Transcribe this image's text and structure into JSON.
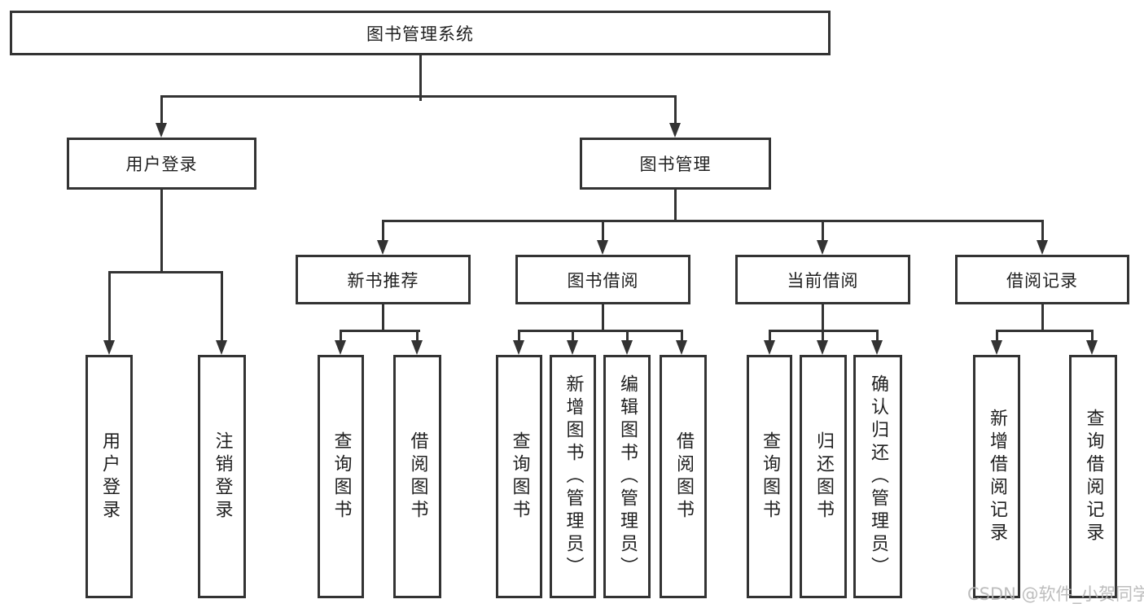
{
  "diagram": {
    "root": "图书管理系统",
    "branches": {
      "user_login": "用户登录",
      "book_management": "图书管理"
    },
    "modules": {
      "new_book_recommend": "新书推荐",
      "book_borrowing": "图书借阅",
      "current_borrowing": "当前借阅",
      "borrowing_records": "借阅记录"
    },
    "leaves": {
      "user_login": "用户登录",
      "logout": "注销登录",
      "recommend_query_books": "查询图书",
      "recommend_borrow_books": "借阅图书",
      "borrowing_query_books": "查询图书",
      "borrowing_add_books_admin": "新增图书（管理员）",
      "borrowing_edit_books_admin": "编辑图书（管理员）",
      "borrowing_borrow_books": "借阅图书",
      "current_query_books": "查询图书",
      "current_return_books": "归还图书",
      "current_confirm_return_admin": "确认归还（管理员）",
      "records_add_borrow_record": "新增借阅记录",
      "records_query_borrow_record": "查询借阅记录"
    },
    "watermark": "CSDN @软件_小贺同学"
  },
  "colors": {
    "line": "#333333",
    "text": "#1f1f1f",
    "watermark": "#b6b6b6",
    "background": "#ffffff"
  }
}
